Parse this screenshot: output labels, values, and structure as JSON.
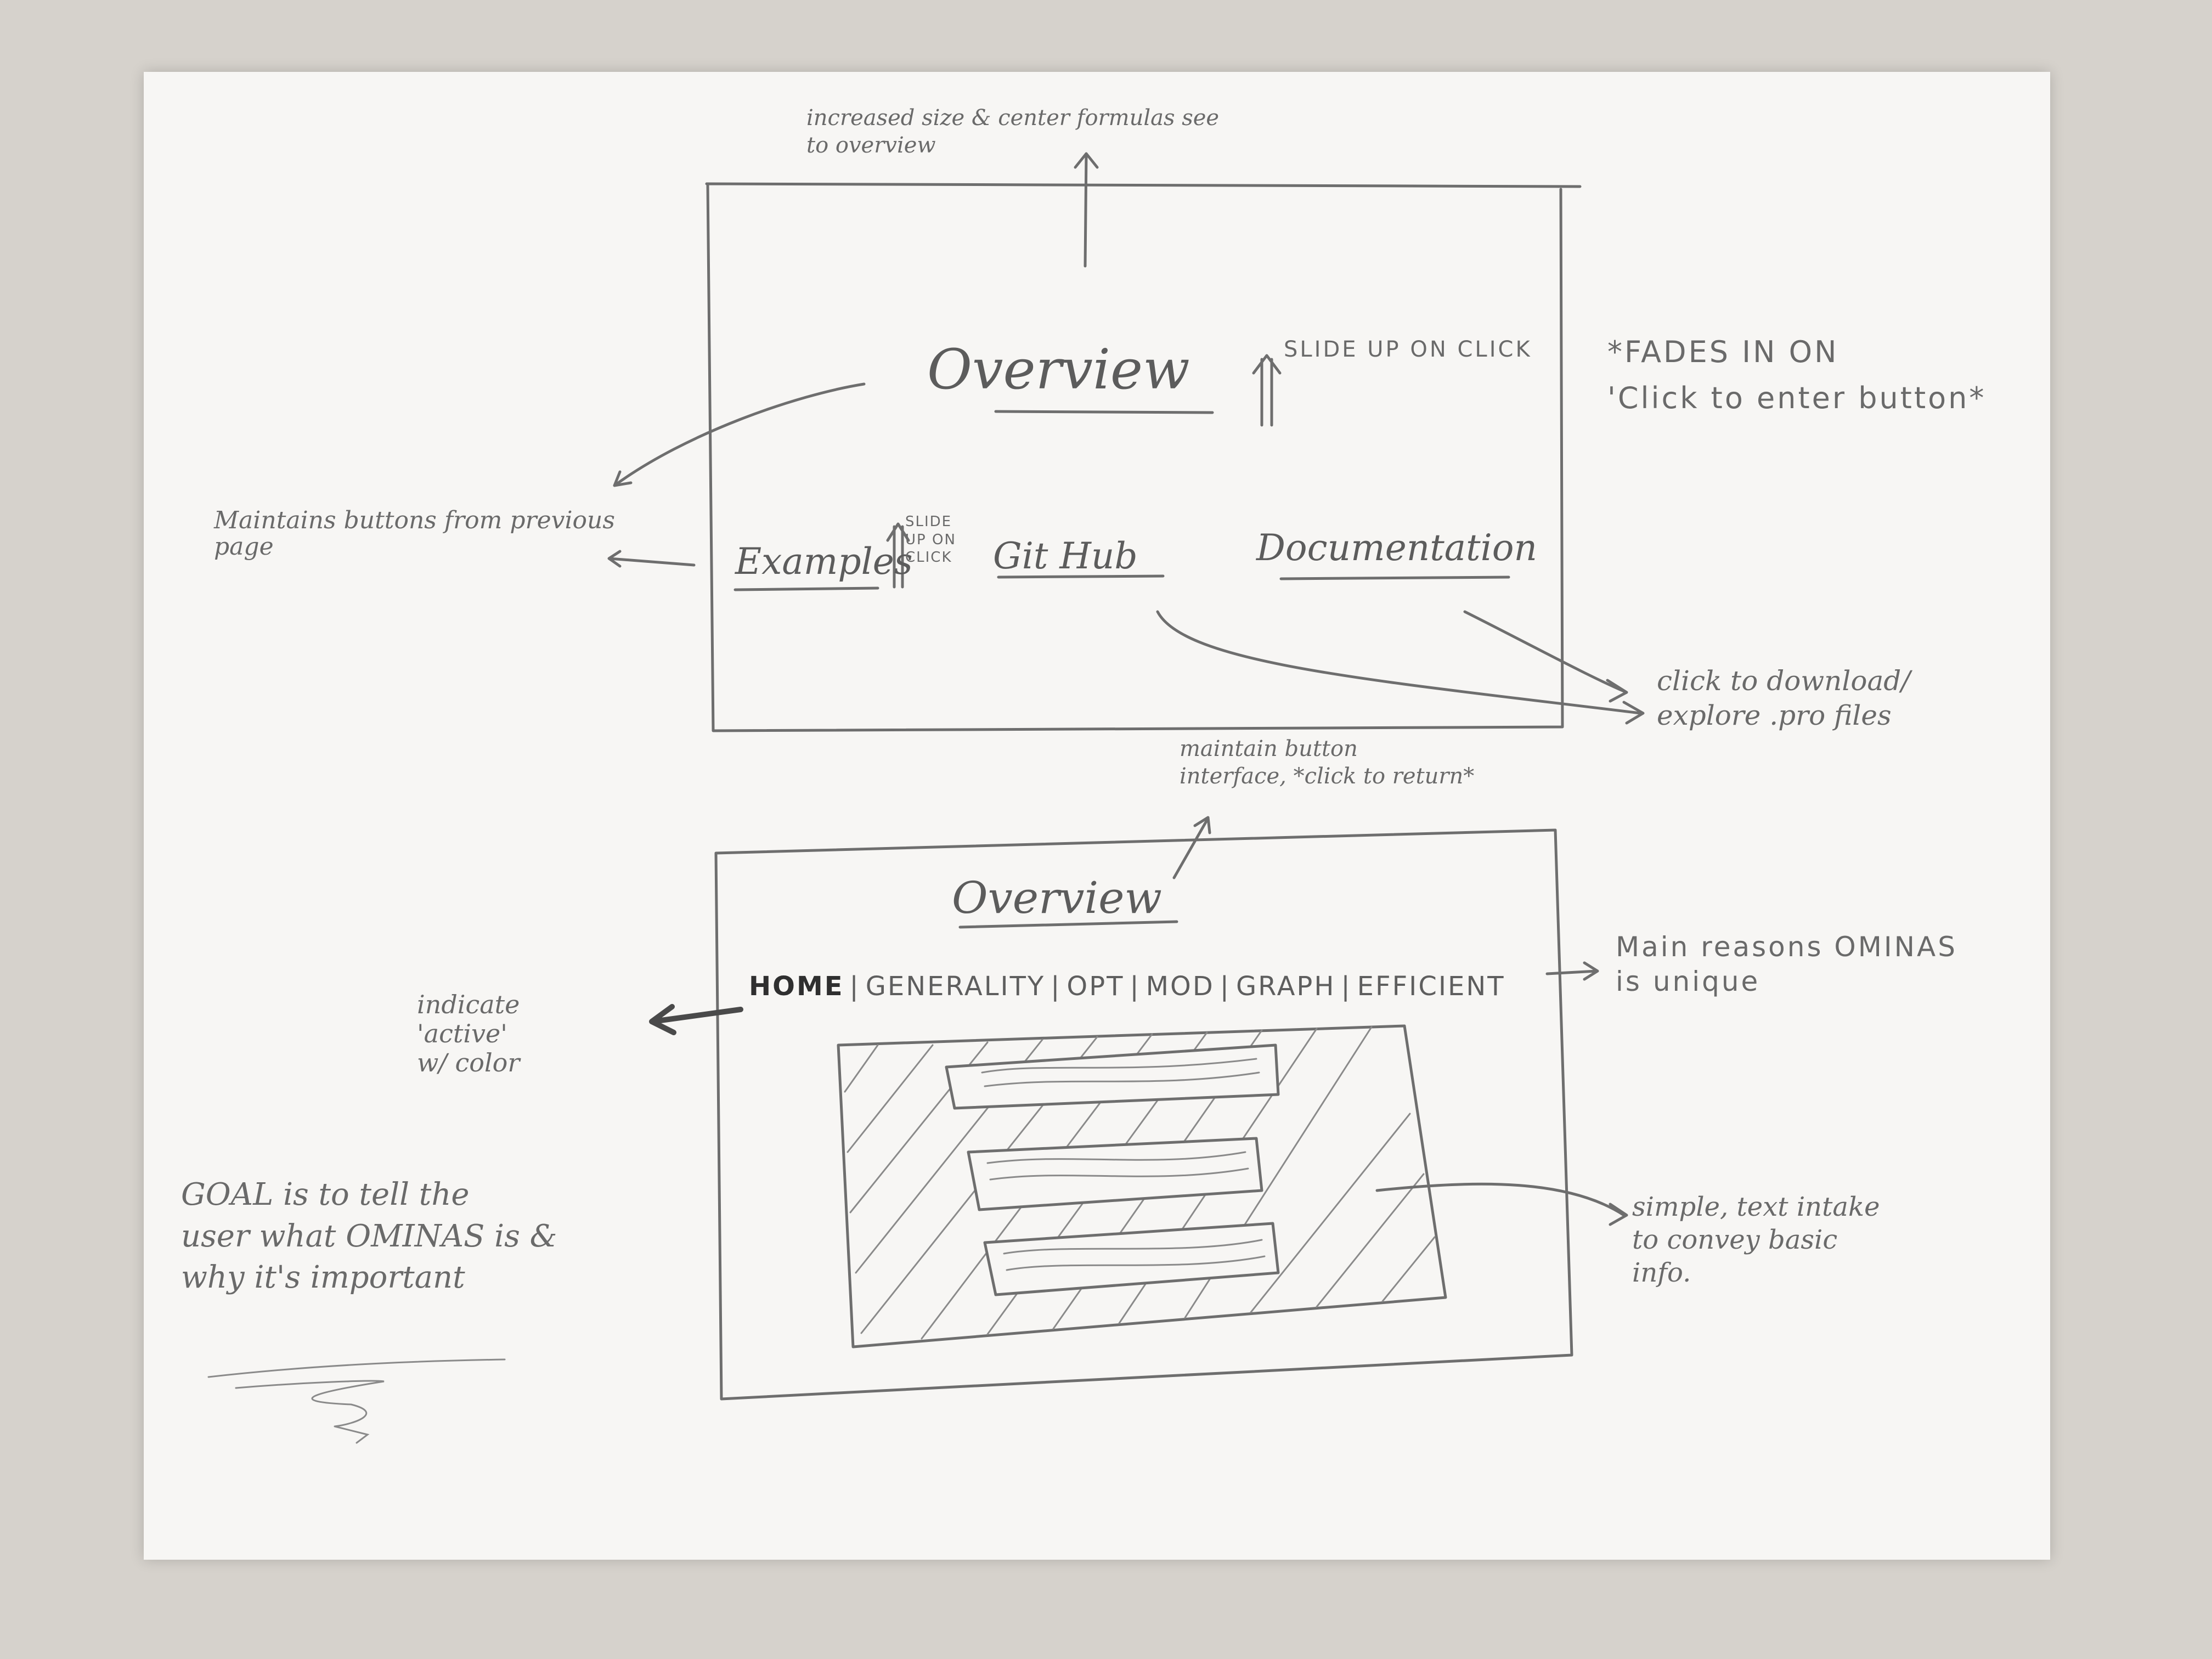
{
  "top_wireframe": {
    "overview_button": "Overview",
    "buttons": [
      "Examples",
      "Git Hub",
      "Documentation"
    ],
    "note_size": "increased size & center formulas see\nto overview",
    "note_slide_overview": "SLIDE UP ON CLICK",
    "note_slide_examples": "SLIDE\nUP ON\nCLICK",
    "note_fades": "*FADES IN ON\n'Click to enter button*",
    "note_maintains": "Maintains buttons from previous\npage",
    "note_download": "click to download/\nexplore .pro files"
  },
  "bottom_wireframe": {
    "title": "Overview",
    "nav": [
      "HOME",
      "GENERALITY",
      "OPT",
      "MOD",
      "GRAPH",
      "EFFICIENT"
    ],
    "active_nav": "HOME",
    "note_maintain": "maintain button\ninterface, *click to return*",
    "note_reasons": "Main reasons OMINAS\nis unique",
    "note_active": "indicate\n'active'\nw/ color",
    "note_simple": "simple, text intake\nto convey basic\ninfo.",
    "note_goal": "GOAL is to tell the\nuser what OMINAS is &\nwhy it's important"
  },
  "colors": {
    "paper": "#f7f6f4",
    "table": "#d6d2cc",
    "pencil": "#6e6e6e"
  }
}
